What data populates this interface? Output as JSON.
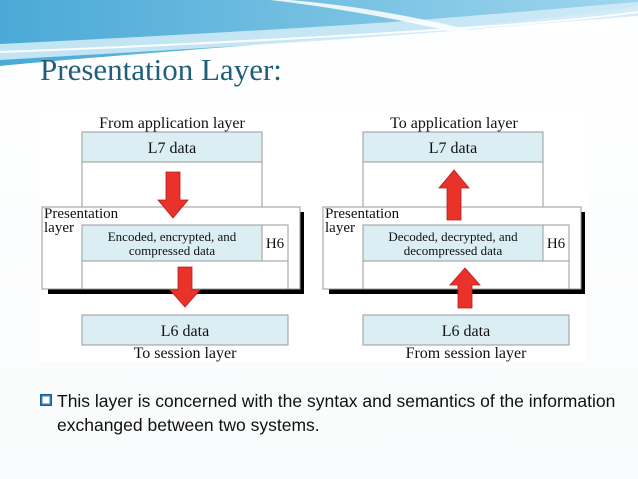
{
  "slide": {
    "title": "Presentation Layer:",
    "bullet_icon": "square-checkbox-bullet-icon",
    "bullet_text": "This layer is concerned with the syntax and semantics of the information exchanged between two systems."
  },
  "colors": {
    "title": "#1f5f7a",
    "band_fill": "#dbeef3",
    "arrow_red": "#e8322a",
    "bullet_blue": "#2f7fb5",
    "swoosh_blue": "#4aa9d6"
  },
  "sender": {
    "top_label": "From application layer",
    "top_data": "L7 data",
    "layer_line1": "Presentation",
    "layer_line2": "layer",
    "process_line1": "Encoded, encrypted, and",
    "process_line2": "compressed data",
    "header": "H6",
    "bottom_data": "L6 data",
    "bottom_label": "To session layer"
  },
  "receiver": {
    "top_label": "To application layer",
    "top_data": "L7 data",
    "layer_line1": "Presentation",
    "layer_line2": "layer",
    "process_line1": "Decoded, decrypted, and",
    "process_line2": "decompressed data",
    "header": "H6",
    "bottom_data": "L6 data",
    "bottom_label": "From session layer"
  }
}
